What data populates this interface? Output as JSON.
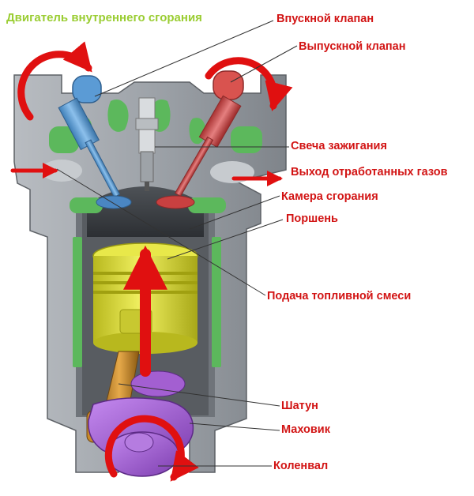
{
  "title": "Двигатель внутреннего сгорания",
  "labels": {
    "intake_valve": "Впускной клапан",
    "exhaust_valve": "Выпускной клапан",
    "spark_plug": "Свеча зажигания",
    "exhaust_outlet": "Выход отработанных газов",
    "combustion_chamber": "Камера сгорания",
    "piston": "Поршень",
    "fuel_supply": "Подача топливной смеси",
    "connecting_rod": "Шатун",
    "flywheel": "Маховик",
    "crankshaft": "Коленвал"
  },
  "colors": {
    "title": "#9acd32",
    "label": "#d21414",
    "arrow": "#e01010",
    "block": "#8c9198",
    "coolant": "#5cb85c",
    "intake_valve": "#5b9bd5",
    "exhaust_valve": "#d9534f",
    "piston": "#d8d832",
    "crank": "#a35fd1",
    "rod": "#c88a2a"
  }
}
